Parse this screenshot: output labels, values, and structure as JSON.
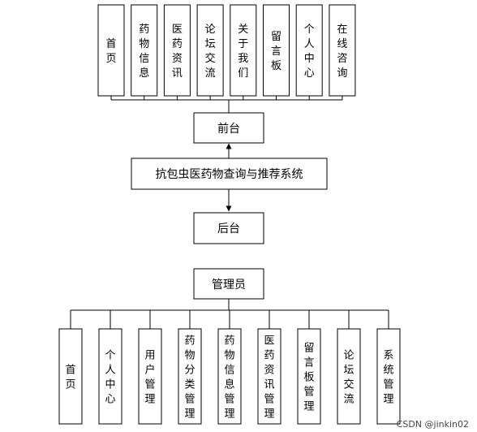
{
  "title": "抗包虫医药物查询与推荐系统",
  "frontend": {
    "label": "前台",
    "modules": [
      "首页",
      "药物信息",
      "医药资讯",
      "论坛交流",
      "关于我们",
      "留言板",
      "个人中心",
      "在线咨询"
    ]
  },
  "backend": {
    "label": "后台",
    "role": "管理员",
    "modules": [
      "首页",
      "个人中心",
      "用户管理",
      "药物分类管理",
      "药物信息管理",
      "医药资讯管理",
      "留言板管理",
      "论坛交流",
      "系统管理"
    ]
  },
  "watermark": "CSDN @jinkin02"
}
